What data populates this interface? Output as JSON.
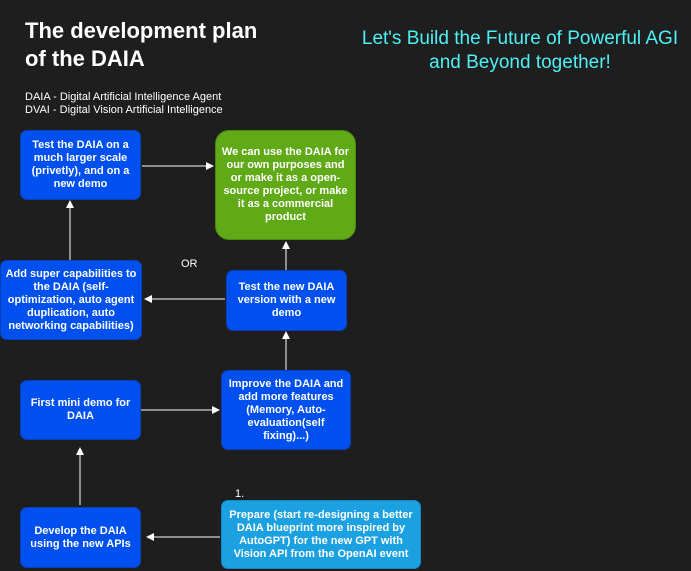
{
  "title_lines": [
    "The development plan",
    "of the DAIA"
  ],
  "tagline_lines": [
    "Let's Build the Future of Powerful AGI",
    "and Beyond together!"
  ],
  "definitions": [
    "DAIA - Digital Artificial Intelligence Agent",
    "DVAI - Digital Vision Artificial Intelligence"
  ],
  "boxes": {
    "develop": "Develop the DAIA using the new APIs",
    "mini_demo": "First mini demo for DAIA",
    "super_capabilities": "Add super capabilities to the DAIA (self-optimization, auto agent duplication, auto networking capabilities)",
    "test_larger": "Test the DAIA on a much larger scale (privetly), and on a new demo",
    "use_daia": "We can use the DAIA for our own purposes and or make it as a open-source project, or make it as a commercial product",
    "test_new": "Test the new DAIA version with a new demo",
    "improve": "Improve the DAIA and add more features (Memory, Auto-evaluation(self fixing)...)",
    "prepare": "Prepare (start re-designing a better DAIA blueprint more inspired by AutoGPT) for the new GPT with Vision API from the OpenAI event"
  },
  "labels": {
    "or": "OR",
    "step_one": "1."
  },
  "colors": {
    "background": "#1e1e1e",
    "box_blue": "#0050ef",
    "box_green": "#60a917",
    "box_light_blue": "#1ba1e2",
    "tagline": "#4ef0f5"
  }
}
